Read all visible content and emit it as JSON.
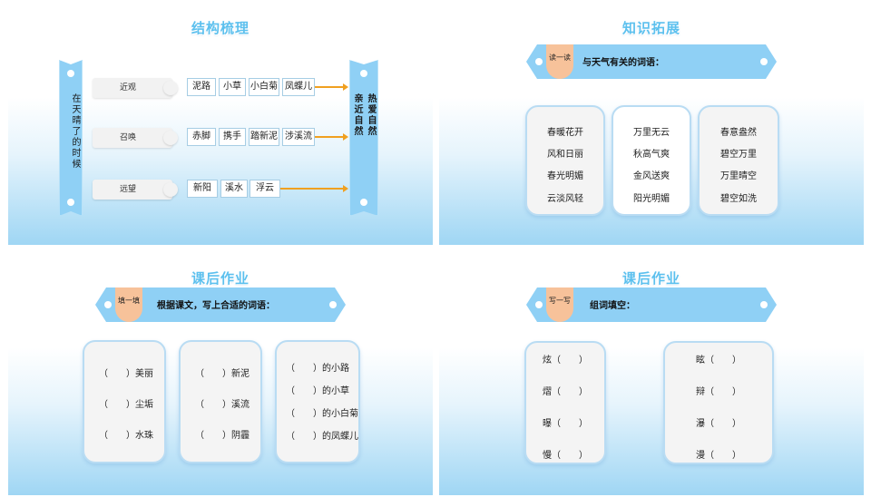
{
  "slide1": {
    "title": "结构梳理",
    "left_bar": "在天晴了的时候",
    "right_bar": {
      "line1": "热爱自然",
      "line2": "亲近自然"
    },
    "rows": [
      {
        "label": "近观",
        "chips": [
          "泥路",
          "小草",
          "小白菊",
          "凤蝶儿"
        ]
      },
      {
        "label": "召唤",
        "chips": [
          "赤脚",
          "携手",
          "踏新泥",
          "涉溪流"
        ]
      },
      {
        "label": "远望",
        "chips": [
          "新阳",
          "溪水",
          "浮云"
        ]
      }
    ],
    "accent_color": "#f0a020",
    "bar_color": "#8fd0f5"
  },
  "slide2": {
    "title": "知识拓展",
    "tag": "读一读",
    "prompt": "与天气有关的词语：",
    "columns": [
      [
        "春暖花开",
        "风和日丽",
        "春光明媚",
        "云淡风轻"
      ],
      [
        "万里无云",
        "秋高气爽",
        "金风送爽",
        "阳光明媚"
      ],
      [
        "春意盎然",
        "碧空万里",
        "万里晴空",
        "碧空如洗"
      ]
    ]
  },
  "slide3": {
    "title": "课后作业",
    "tag": "填一填",
    "prompt": "根据课文，写上合适的词语：",
    "columns": [
      [
        "（　　）美丽",
        "（　　）尘垢",
        "（　　）水珠"
      ],
      [
        "（　　）新泥",
        "（　　）溪流",
        "（　　）阴霾"
      ],
      [
        "（　　）的小路",
        "（　　）的小草",
        "（　　）的小白菊",
        "（　　）的凤蝶儿"
      ]
    ]
  },
  "slide4": {
    "title": "课后作业",
    "tag": "写一写",
    "prompt": "组词填空：",
    "columns": [
      [
        "炫（　　）",
        "熠（　　）",
        "曝（　　）",
        "慢（　　）"
      ],
      [
        "眩（　　）",
        "辩（　　）",
        "瀑（　　）",
        "漫（　　）"
      ]
    ]
  }
}
